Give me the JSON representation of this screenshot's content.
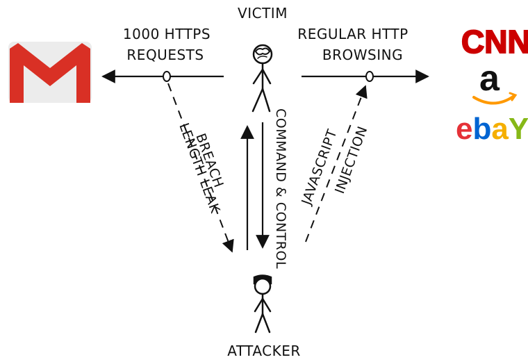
{
  "nodes": {
    "victim": "VICTIM",
    "attacker": "ATTACKER"
  },
  "edges": {
    "https_requests": [
      "1000 HTTPS",
      "REQUESTS"
    ],
    "regular_browsing": [
      "REGULAR HTTP",
      "BROWSING"
    ],
    "breach_leak": [
      "BREACH",
      "LENGTH LEAK"
    ],
    "command_control": "COMMAND & CONTROL",
    "js_injection": [
      "JAVASCRIPT",
      "INJECTION"
    ]
  },
  "logos": {
    "gmail": {
      "icon": "gmail-envelope-icon",
      "color": "#d93025"
    },
    "cnn": {
      "text": "CNN",
      "color": "#cc0000"
    },
    "amazon": {
      "text": "a",
      "icon": "amazon-smile-icon",
      "arrow_color": "#ff9900"
    },
    "ebay": {
      "letters": [
        "e",
        "b",
        "a",
        "Y"
      ],
      "colors": [
        "#e53238",
        "#0064d2",
        "#f5af02",
        "#86b817"
      ]
    }
  },
  "colors": {
    "ink": "#111111"
  }
}
